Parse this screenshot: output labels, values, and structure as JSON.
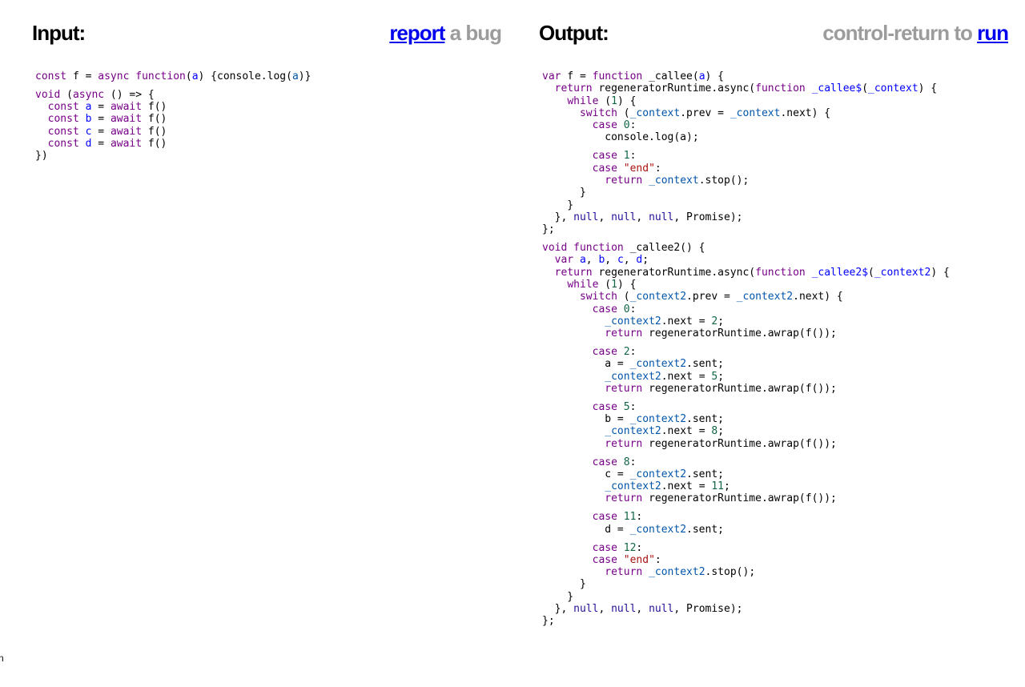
{
  "input": {
    "title": "Input:",
    "report_link": "report",
    "report_suffix": " a bug",
    "code_lines": [
      [
        [
          "kw",
          "const"
        ],
        [
          "plain",
          " f = "
        ],
        [
          "kw",
          "async"
        ],
        [
          "plain",
          " "
        ],
        [
          "kw",
          "function"
        ],
        [
          "plain",
          "("
        ],
        [
          "def",
          "a"
        ],
        [
          "plain",
          ") {console.log("
        ],
        [
          "var2",
          "a"
        ],
        [
          "plain",
          ")}"
        ]
      ],
      "GAP",
      [
        [
          "kw",
          "void"
        ],
        [
          "plain",
          " ("
        ],
        [
          "kw",
          "async"
        ],
        [
          "plain",
          " () => {"
        ]
      ],
      [
        [
          "plain",
          "  "
        ],
        [
          "kw",
          "const"
        ],
        [
          "plain",
          " "
        ],
        [
          "def",
          "a"
        ],
        [
          "plain",
          " = "
        ],
        [
          "kw",
          "await"
        ],
        [
          "plain",
          " f()"
        ]
      ],
      [
        [
          "plain",
          "  "
        ],
        [
          "kw",
          "const"
        ],
        [
          "plain",
          " "
        ],
        [
          "def",
          "b"
        ],
        [
          "plain",
          " = "
        ],
        [
          "kw",
          "await"
        ],
        [
          "plain",
          " f()"
        ]
      ],
      [
        [
          "plain",
          "  "
        ],
        [
          "kw",
          "const"
        ],
        [
          "plain",
          " "
        ],
        [
          "def",
          "c"
        ],
        [
          "plain",
          " = "
        ],
        [
          "kw",
          "await"
        ],
        [
          "plain",
          " f()"
        ]
      ],
      [
        [
          "plain",
          "  "
        ],
        [
          "kw",
          "const"
        ],
        [
          "plain",
          " "
        ],
        [
          "def",
          "d"
        ],
        [
          "plain",
          " = "
        ],
        [
          "kw",
          "await"
        ],
        [
          "plain",
          " f()"
        ]
      ],
      [
        [
          "plain",
          "})"
        ]
      ]
    ]
  },
  "output": {
    "title": "Output:",
    "run_prefix": "control-return to ",
    "run_link": "run",
    "code_lines": [
      [
        [
          "kw",
          "var"
        ],
        [
          "plain",
          " f = "
        ],
        [
          "kw",
          "function"
        ],
        [
          "plain",
          " _callee("
        ],
        [
          "def",
          "a"
        ],
        [
          "plain",
          ") {"
        ]
      ],
      [
        [
          "plain",
          "  "
        ],
        [
          "kw",
          "return"
        ],
        [
          "plain",
          " regeneratorRuntime.async("
        ],
        [
          "kw",
          "function"
        ],
        [
          "plain",
          " "
        ],
        [
          "def",
          "_callee$"
        ],
        [
          "plain",
          "("
        ],
        [
          "def",
          "_context"
        ],
        [
          "plain",
          ") {"
        ]
      ],
      [
        [
          "plain",
          "    "
        ],
        [
          "kw",
          "while"
        ],
        [
          "plain",
          " ("
        ],
        [
          "num",
          "1"
        ],
        [
          "plain",
          ") {"
        ]
      ],
      [
        [
          "plain",
          "      "
        ],
        [
          "kw",
          "switch"
        ],
        [
          "plain",
          " ("
        ],
        [
          "var2",
          "_context"
        ],
        [
          "plain",
          ".prev = "
        ],
        [
          "var2",
          "_context"
        ],
        [
          "plain",
          ".next) {"
        ]
      ],
      [
        [
          "plain",
          "        "
        ],
        [
          "kw",
          "case"
        ],
        [
          "plain",
          " "
        ],
        [
          "num",
          "0"
        ],
        [
          "plain",
          ":"
        ]
      ],
      [
        [
          "plain",
          "          console.log(a);"
        ]
      ],
      "GAP",
      [
        [
          "plain",
          "        "
        ],
        [
          "kw",
          "case"
        ],
        [
          "plain",
          " "
        ],
        [
          "num",
          "1"
        ],
        [
          "plain",
          ":"
        ]
      ],
      [
        [
          "plain",
          "        "
        ],
        [
          "kw",
          "case"
        ],
        [
          "plain",
          " "
        ],
        [
          "str",
          "\"end\""
        ],
        [
          "plain",
          ":"
        ]
      ],
      [
        [
          "plain",
          "          "
        ],
        [
          "kw",
          "return"
        ],
        [
          "plain",
          " "
        ],
        [
          "var2",
          "_context"
        ],
        [
          "plain",
          ".stop();"
        ]
      ],
      [
        [
          "plain",
          "      }"
        ]
      ],
      [
        [
          "plain",
          "    }"
        ]
      ],
      [
        [
          "plain",
          "  }, "
        ],
        [
          "atom",
          "null"
        ],
        [
          "plain",
          ", "
        ],
        [
          "atom",
          "null"
        ],
        [
          "plain",
          ", "
        ],
        [
          "atom",
          "null"
        ],
        [
          "plain",
          ", Promise);"
        ]
      ],
      [
        [
          "plain",
          "};"
        ]
      ],
      "GAP",
      [
        [
          "kw",
          "void"
        ],
        [
          "plain",
          " "
        ],
        [
          "kw",
          "function"
        ],
        [
          "plain",
          " _callee2() {"
        ]
      ],
      [
        [
          "plain",
          "  "
        ],
        [
          "kw",
          "var"
        ],
        [
          "plain",
          " "
        ],
        [
          "def",
          "a"
        ],
        [
          "plain",
          ", "
        ],
        [
          "def",
          "b"
        ],
        [
          "plain",
          ", "
        ],
        [
          "def",
          "c"
        ],
        [
          "plain",
          ", "
        ],
        [
          "def",
          "d"
        ],
        [
          "plain",
          ";"
        ]
      ],
      [
        [
          "plain",
          "  "
        ],
        [
          "kw",
          "return"
        ],
        [
          "plain",
          " regeneratorRuntime.async("
        ],
        [
          "kw",
          "function"
        ],
        [
          "plain",
          " "
        ],
        [
          "def",
          "_callee2$"
        ],
        [
          "plain",
          "("
        ],
        [
          "def",
          "_context2"
        ],
        [
          "plain",
          ") {"
        ]
      ],
      [
        [
          "plain",
          "    "
        ],
        [
          "kw",
          "while"
        ],
        [
          "plain",
          " ("
        ],
        [
          "num",
          "1"
        ],
        [
          "plain",
          ") {"
        ]
      ],
      [
        [
          "plain",
          "      "
        ],
        [
          "kw",
          "switch"
        ],
        [
          "plain",
          " ("
        ],
        [
          "var2",
          "_context2"
        ],
        [
          "plain",
          ".prev = "
        ],
        [
          "var2",
          "_context2"
        ],
        [
          "plain",
          ".next) {"
        ]
      ],
      [
        [
          "plain",
          "        "
        ],
        [
          "kw",
          "case"
        ],
        [
          "plain",
          " "
        ],
        [
          "num",
          "0"
        ],
        [
          "plain",
          ":"
        ]
      ],
      [
        [
          "plain",
          "          "
        ],
        [
          "var2",
          "_context2"
        ],
        [
          "plain",
          ".next = "
        ],
        [
          "num",
          "2"
        ],
        [
          "plain",
          ";"
        ]
      ],
      [
        [
          "plain",
          "          "
        ],
        [
          "kw",
          "return"
        ],
        [
          "plain",
          " regeneratorRuntime.awrap(f());"
        ]
      ],
      "GAP",
      [
        [
          "plain",
          "        "
        ],
        [
          "kw",
          "case"
        ],
        [
          "plain",
          " "
        ],
        [
          "num",
          "2"
        ],
        [
          "plain",
          ":"
        ]
      ],
      [
        [
          "plain",
          "          a = "
        ],
        [
          "var2",
          "_context2"
        ],
        [
          "plain",
          ".sent;"
        ]
      ],
      [
        [
          "plain",
          "          "
        ],
        [
          "var2",
          "_context2"
        ],
        [
          "plain",
          ".next = "
        ],
        [
          "num",
          "5"
        ],
        [
          "plain",
          ";"
        ]
      ],
      [
        [
          "plain",
          "          "
        ],
        [
          "kw",
          "return"
        ],
        [
          "plain",
          " regeneratorRuntime.awrap(f());"
        ]
      ],
      "GAP",
      [
        [
          "plain",
          "        "
        ],
        [
          "kw",
          "case"
        ],
        [
          "plain",
          " "
        ],
        [
          "num",
          "5"
        ],
        [
          "plain",
          ":"
        ]
      ],
      [
        [
          "plain",
          "          b = "
        ],
        [
          "var2",
          "_context2"
        ],
        [
          "plain",
          ".sent;"
        ]
      ],
      [
        [
          "plain",
          "          "
        ],
        [
          "var2",
          "_context2"
        ],
        [
          "plain",
          ".next = "
        ],
        [
          "num",
          "8"
        ],
        [
          "plain",
          ";"
        ]
      ],
      [
        [
          "plain",
          "          "
        ],
        [
          "kw",
          "return"
        ],
        [
          "plain",
          " regeneratorRuntime.awrap(f());"
        ]
      ],
      "GAP",
      [
        [
          "plain",
          "        "
        ],
        [
          "kw",
          "case"
        ],
        [
          "plain",
          " "
        ],
        [
          "num",
          "8"
        ],
        [
          "plain",
          ":"
        ]
      ],
      [
        [
          "plain",
          "          c = "
        ],
        [
          "var2",
          "_context2"
        ],
        [
          "plain",
          ".sent;"
        ]
      ],
      [
        [
          "plain",
          "          "
        ],
        [
          "var2",
          "_context2"
        ],
        [
          "plain",
          ".next = "
        ],
        [
          "num",
          "11"
        ],
        [
          "plain",
          ";"
        ]
      ],
      [
        [
          "plain",
          "          "
        ],
        [
          "kw",
          "return"
        ],
        [
          "plain",
          " regeneratorRuntime.awrap(f());"
        ]
      ],
      "GAP",
      [
        [
          "plain",
          "        "
        ],
        [
          "kw",
          "case"
        ],
        [
          "plain",
          " "
        ],
        [
          "num",
          "11"
        ],
        [
          "plain",
          ":"
        ]
      ],
      [
        [
          "plain",
          "          d = "
        ],
        [
          "var2",
          "_context2"
        ],
        [
          "plain",
          ".sent;"
        ]
      ],
      "GAP",
      [
        [
          "plain",
          "        "
        ],
        [
          "kw",
          "case"
        ],
        [
          "plain",
          " "
        ],
        [
          "num",
          "12"
        ],
        [
          "plain",
          ":"
        ]
      ],
      [
        [
          "plain",
          "        "
        ],
        [
          "kw",
          "case"
        ],
        [
          "plain",
          " "
        ],
        [
          "str",
          "\"end\""
        ],
        [
          "plain",
          ":"
        ]
      ],
      [
        [
          "plain",
          "          "
        ],
        [
          "kw",
          "return"
        ],
        [
          "plain",
          " "
        ],
        [
          "var2",
          "_context2"
        ],
        [
          "plain",
          ".stop();"
        ]
      ],
      [
        [
          "plain",
          "      }"
        ]
      ],
      [
        [
          "plain",
          "    }"
        ]
      ],
      [
        [
          "plain",
          "  }, "
        ],
        [
          "atom",
          "null"
        ],
        [
          "plain",
          ", "
        ],
        [
          "atom",
          "null"
        ],
        [
          "plain",
          ", "
        ],
        [
          "atom",
          "null"
        ],
        [
          "plain",
          ", Promise);"
        ]
      ],
      [
        [
          "plain",
          "};"
        ]
      ]
    ]
  },
  "stray_mark": "n",
  "colors": {
    "keyword": "#770088",
    "variable": "#0055aa",
    "number": "#116644",
    "string": "#aa1111",
    "atom": "#221199",
    "link": "#0000ee",
    "muted_header": "#9c9c9c"
  }
}
